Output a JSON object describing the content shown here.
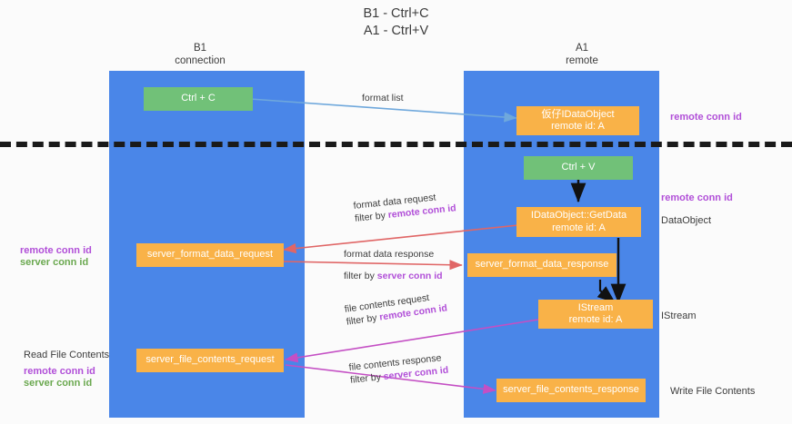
{
  "title": "B1 - Ctrl+C\nA1 - Ctrl+V",
  "columns": [
    {
      "name": "left-column-header",
      "label": "B1\nconnection"
    },
    {
      "name": "right-column-header",
      "label": "A1\nremote"
    }
  ],
  "nodes": [
    {
      "name": "node-ctrl-c",
      "label": "Ctrl + C",
      "color": "green"
    },
    {
      "name": "node-idataobject-remote",
      "label": "仮仔IDataObject\nremote id: A",
      "color": "orange"
    },
    {
      "name": "node-ctrl-v",
      "label": "Ctrl + V",
      "color": "green"
    },
    {
      "name": "node-idataobject-getdata",
      "label": "IDataObject::GetData\nremote id: A",
      "color": "orange"
    },
    {
      "name": "node-server-format-data-request",
      "label": "server_format_data_request",
      "color": "orange"
    },
    {
      "name": "node-server-format-data-response",
      "label": "server_format_data_response",
      "color": "orange"
    },
    {
      "name": "node-istream-remote",
      "label": "IStream\nremote id: A",
      "color": "orange"
    },
    {
      "name": "node-server-file-contents-request",
      "label": "server_file_contents_request",
      "color": "orange"
    },
    {
      "name": "node-server-file-contents-response",
      "label": "server_file_contents_response",
      "color": "orange"
    }
  ],
  "edge_labels": [
    {
      "name": "edge-label-format-list",
      "line1": "format list",
      "line2": "",
      "emphasis": ""
    },
    {
      "name": "edge-label-format-data-request",
      "line1": "format data request",
      "line2": "filter by ",
      "emphasis": "remote conn id"
    },
    {
      "name": "edge-label-format-data-response",
      "line1": "format data response",
      "line2": "filter by ",
      "emphasis": "server conn id"
    },
    {
      "name": "edge-label-file-contents-request",
      "line1": "file contents request",
      "line2": "filter by ",
      "emphasis": "remote conn id"
    },
    {
      "name": "edge-label-file-contents-response",
      "line1": "file contents response",
      "line2": "filter by ",
      "emphasis": "server conn id"
    }
  ],
  "side_labels": {
    "right_top_conn": "remote conn id",
    "right_mid_conn": "remote conn id",
    "right_dataobject": "DataObject",
    "right_istream": "IStream",
    "right_write_file": "Write File Contents",
    "left_remote_conn": "remote conn id",
    "left_server_conn": "server conn id",
    "left_read_file": "Read File Contents",
    "left_remote_conn_2": "remote conn id",
    "left_server_conn_2": "server conn id"
  },
  "colors": {
    "lane": "#4a86e8",
    "node_orange": "#f9b248",
    "node_green": "#71c178",
    "purple": "#b14fd8",
    "green_text": "#6aa84f",
    "arrow_blue": "#6fa8dc",
    "arrow_red": "#e06666",
    "arrow_magenta": "#c44fc4",
    "arrow_black": "#1a1a1a",
    "background": "#fbfbfb",
    "divider": "#1a1a1a"
  }
}
